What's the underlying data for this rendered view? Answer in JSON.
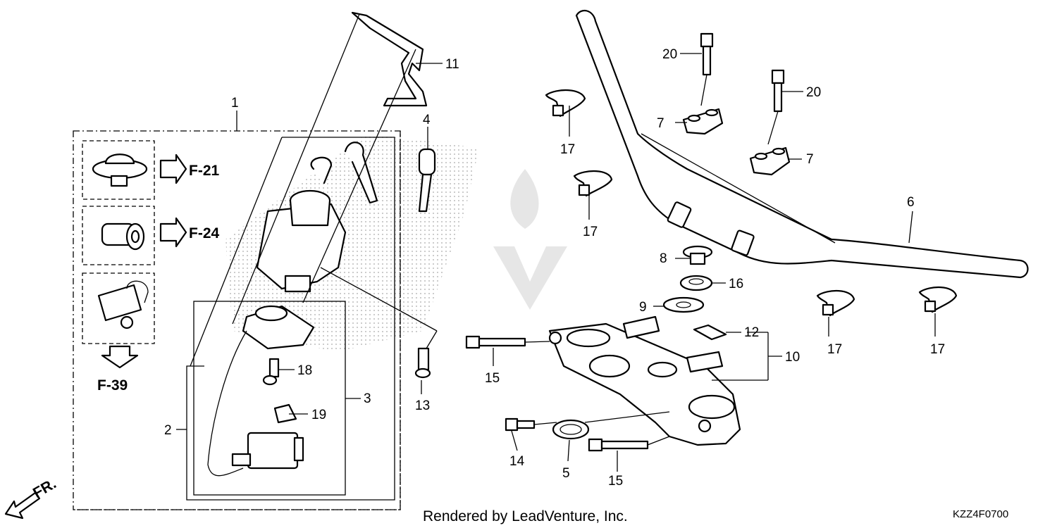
{
  "diagram": {
    "callouts": {
      "c1": "1",
      "c2": "2",
      "c3": "3",
      "c4": "4",
      "c5": "5",
      "c6": "6",
      "c7a": "7",
      "c7b": "7",
      "c8": "8",
      "c9": "9",
      "c10": "10",
      "c11": "11",
      "c12": "12",
      "c13": "13",
      "c14": "14",
      "c15a": "15",
      "c15b": "15",
      "c16": "16",
      "c17a": "17",
      "c17b": "17",
      "c17c": "17",
      "c17d": "17",
      "c18": "18",
      "c19": "19",
      "c20a": "20",
      "c20b": "20"
    },
    "refs": {
      "f21": "F-21",
      "f24": "F-24",
      "f39": "F-39"
    },
    "front_arrow": "FR.",
    "credit": "Rendered by LeadVenture, Inc.",
    "code": "KZZ4F0700"
  }
}
